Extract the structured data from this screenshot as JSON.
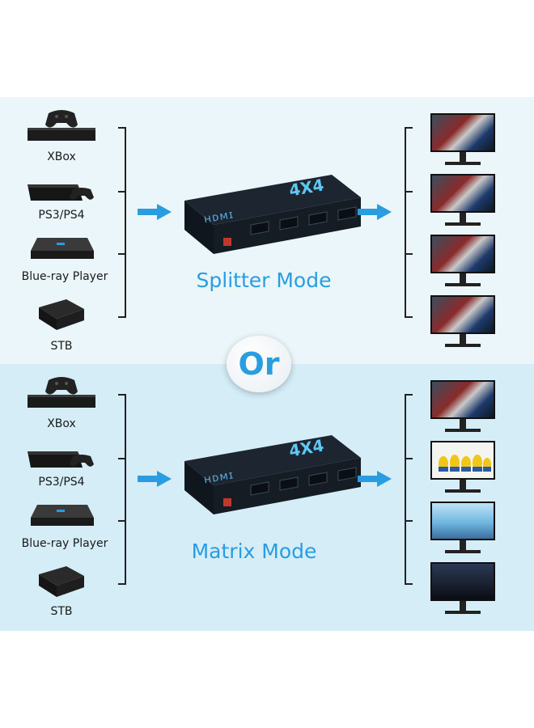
{
  "splitter": {
    "sources": [
      "XBox",
      "PS3/PS4",
      "Blue-ray Player",
      "STB"
    ],
    "mode_label": "Splitter Mode",
    "device_label": "4X4"
  },
  "or_label": "Or",
  "matrix": {
    "sources": [
      "XBox",
      "PS3/PS4",
      "Blue-ray Player",
      "STB"
    ],
    "mode_label": "Matrix Mode",
    "device_label": "4X4"
  },
  "colors": {
    "accent": "#2a9de0",
    "top_panel": "#ebf6fb",
    "bottom_panel": "#d4edf7"
  }
}
